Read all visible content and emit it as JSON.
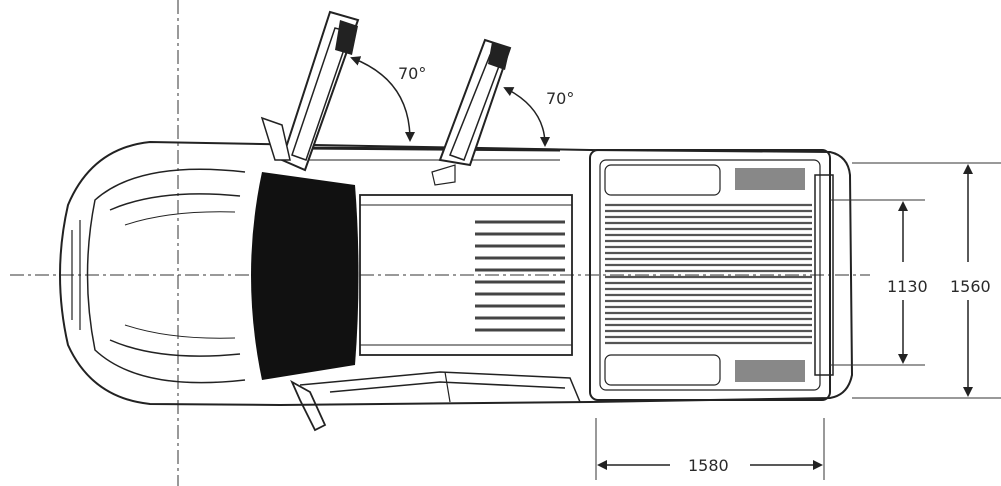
{
  "diagram": {
    "door_angle_front": "70°",
    "door_angle_rear": "70°",
    "dim_bed_inner_width": "1130",
    "dim_bed_outer_width": "1560",
    "dim_bed_length": "1580"
  },
  "colors": {
    "line": "#222222",
    "windshield": "#111111",
    "background": "#ffffff"
  }
}
